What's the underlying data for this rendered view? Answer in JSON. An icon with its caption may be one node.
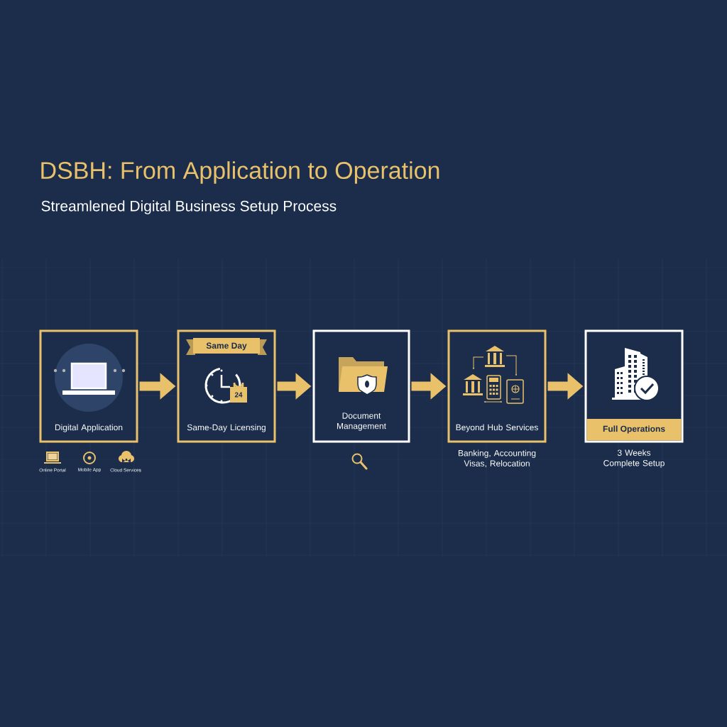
{
  "diagram": {
    "title": "DSBH: From Application to Operation",
    "caption": "Streamlened Digital Business Setup Process",
    "nodes": [
      {
        "text": [
          "Digital Application"
        ]
      },
      {
        "text": [
          "Same Day",
          "24",
          "Same-Day Licensing"
        ]
      },
      {
        "text": [
          "Document Management"
        ]
      },
      {
        "text": [
          "Beyond Hub Services"
        ],
        "beside": [
          "Banking, Accounting Visas, Relocation"
        ]
      },
      {
        "text": [
          "Full Operations"
        ],
        "beside": [
          "3 Weeks Complete Setup"
        ]
      }
    ],
    "edges": [
      {
        "from": 0,
        "to": 1,
        "arrow": "to"
      },
      {
        "from": 1,
        "to": 2,
        "arrow": "to"
      },
      {
        "from": 2,
        "to": 3,
        "arrow": "to"
      },
      {
        "from": 3,
        "to": 4,
        "arrow": "to"
      }
    ],
    "labels": [
      "Online Portal",
      "Mobile App",
      "Cloud Services"
    ]
  }
}
